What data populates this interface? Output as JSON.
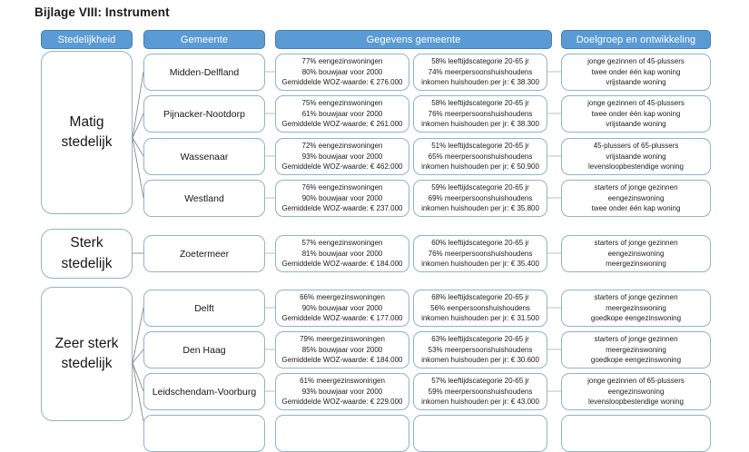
{
  "page": {
    "title": "Bijlage VIII: Instrument"
  },
  "headers": [
    {
      "id": "stedelijkheid",
      "label": "Stedelijkheid"
    },
    {
      "id": "gemeente",
      "label": "Gemeente"
    },
    {
      "id": "gegevens",
      "label": "Gegevens gemeente"
    },
    {
      "id": "doelgroep",
      "label": "Doelgroep en ontwikkeling"
    }
  ],
  "colors": {
    "header_fill": "#5b9bd5",
    "header_border": "#3f7fb8",
    "header_text": "#ffffff",
    "box_border": "#8eb4cb",
    "connector": "#8a8a8a"
  },
  "groups": [
    {
      "id": "matig",
      "label_line1": "Matig",
      "label_line2": "stedelijk"
    },
    {
      "id": "sterk",
      "label_line1": "Sterk",
      "label_line2": "stedelijk"
    },
    {
      "id": "zeer-sterk",
      "label_line1": "Zeer sterk",
      "label_line2": "stedelijk"
    }
  ],
  "rows": [
    {
      "gemeente": "Midden-Delfland",
      "gegevens_a": [
        "77% eengezinswoningen",
        "80% bouwjaar voor 2000",
        "Gemiddelde WOZ-waarde: € 276.000"
      ],
      "gegevens_b": [
        "58% leeftijdscategorie 20-65 jr",
        "74% meerpersoonshuishoudens",
        "inkomen huishouden per jr: € 38.300"
      ],
      "doelgroep": [
        "jonge gezinnen of 45-plussers",
        "twee onder één kap woning",
        "vrijstaande woning"
      ]
    },
    {
      "gemeente": "Pijnacker-Nootdorp",
      "gegevens_a": [
        "75% eengezinswoningen",
        "61% bouwjaar voor 2000",
        "Gemiddelde WOZ-waarde: € 261.000"
      ],
      "gegevens_b": [
        "58% leeftijdscategorie 20-65 jr",
        "76% meerpersoonshuishoudens",
        "inkomen huishouden per jr: € 38.300"
      ],
      "doelgroep": [
        "jonge gezinnen of 45-plussers",
        "twee onder één kap woning",
        "vrijstaande woning"
      ]
    },
    {
      "gemeente": "Wassenaar",
      "gegevens_a": [
        "72% eengezinswoningen",
        "93% bouwjaar voor 2000",
        "Gemiddelde WOZ-waarde: € 462.000"
      ],
      "gegevens_b": [
        "51% leeftijdscategorie 20-65 jr",
        "65% meerpersoonshuishoudens",
        "inkomen huishouden per jr: € 50.900"
      ],
      "doelgroep": [
        "45-plussers of 65-plussers",
        "vrijstaande woning",
        "levensloopbestendige woning"
      ]
    },
    {
      "gemeente": "Westland",
      "gegevens_a": [
        "76% eengezinswoningen",
        "90% bouwjaar voor 2000",
        "Gemiddelde WOZ-waarde: € 237.000"
      ],
      "gegevens_b": [
        "59% leeftijdscategorie 20-65 jr",
        "69% meerpersoonshuishoudens",
        "inkomen huishouden per jr: € 35.800"
      ],
      "doelgroep": [
        "starters of jonge gezinnen",
        "eengezinswoning",
        "twee onder één kap woning"
      ]
    },
    {
      "gemeente": "Zoetermeer",
      "gegevens_a": [
        "57% eengezinswoningen",
        "81% bouwjaar voor 2000",
        "Gemiddelde WOZ-waarde: € 184.000"
      ],
      "gegevens_b": [
        "60% leeftijdscategorie 20-65 jr",
        "76% meerpersoonshuishoudens",
        "inkomen huishouden per jr: € 35.400"
      ],
      "doelgroep": [
        "starters of jonge gezinnen",
        "eengezinswoning",
        "meergezinswoning"
      ]
    },
    {
      "gemeente": "Delft",
      "gegevens_a": [
        "66% meergezinswoningen",
        "90% bouwjaar voor 2000",
        "Gemiddelde WOZ-waarde: € 177.000"
      ],
      "gegevens_b": [
        "68% leeftijdscategorie 20-65 jr",
        "56% eenpersoonshuishoudens",
        "inkomen huishouden per jr: € 31.500"
      ],
      "doelgroep": [
        "starters of jonge gezinnen",
        "meergezinswoning",
        "goedkope eengezinswoning"
      ]
    },
    {
      "gemeente": "Den Haag",
      "gegevens_a": [
        "79% meergezinswoningen",
        "85% bouwjaar voor 2000",
        "Gemiddelde WOZ-waarde: € 184.000"
      ],
      "gegevens_b": [
        "63% leeftijdscategorie 20-65 jr",
        "53% meerpersoonshuishoudens",
        "inkomen huishouden per jr: € 30.600"
      ],
      "doelgroep": [
        "starters of jonge gezinnen",
        "meergezinswoning",
        "goedkope eengezinswoning"
      ]
    },
    {
      "gemeente": "Leidschendam-Voorburg",
      "gegevens_a": [
        "61% meergezinswoningen",
        "93% bouwjaar voor 2000",
        "Gemiddelde WOZ-waarde: € 229.000"
      ],
      "gegevens_b": [
        "57% leeftijdscategorie 20-65 jr",
        "59% meerpersoonshuishoudens",
        "inkomen huishouden per jr: € 43.000"
      ],
      "doelgroep": [
        "jonge gezinnen of 65-plussers",
        "eengezinswoning",
        "levensloopbestendige woning"
      ]
    }
  ]
}
